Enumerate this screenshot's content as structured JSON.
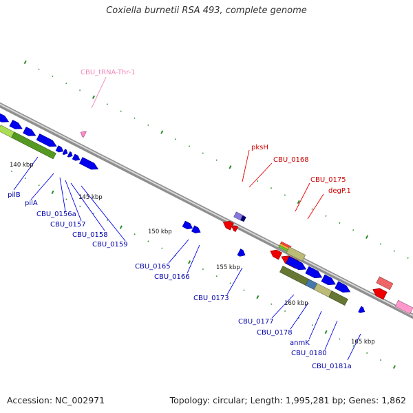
{
  "header": {
    "title": "Coxiella burnetii RSA 493, complete genome"
  },
  "footer": {
    "accession": "Accession: NC_002971",
    "summary": "Topology: circular; Length: 1,995,281 bp; Genes: 1,862"
  },
  "colors": {
    "backbone": "#8f8f8f",
    "backbone_highlight": "#d8d8d8",
    "tick": "#2a8a2a",
    "forward_strand": "#0000ee",
    "reverse_strand": "#ee0000",
    "trna": "#ff88cc",
    "trna_label": "#ee88bb",
    "operon_green": "#559922",
    "operon_light_green": "#aadd55",
    "operon_olive": "#667733",
    "operon_khaki": "#bbbb77",
    "operon_steel": "#4477aa",
    "salmon": "#ee6666",
    "pink": "#ff99cc",
    "lavender": "#8877dd",
    "navy": "#000077"
  },
  "scale": {
    "unit": "kbp",
    "tick_labels": [
      "140 kbp",
      "145 kbp",
      "150 kbp",
      "155 kbp",
      "160 kbp",
      "165 kbp"
    ]
  },
  "labels": {
    "trna": "CBU_tRNA-Thr-1",
    "pilB": "pilB",
    "pilA": "pilA",
    "CBU_0156a": "CBU_0156a",
    "CBU_0157": "CBU_0157",
    "CBU_0158": "CBU_0158",
    "CBU_0159": "CBU_0159",
    "CBU_0165": "CBU_0165",
    "CBU_0166": "CBU_0166",
    "CBU_0173": "CBU_0173",
    "CBU_0177": "CBU_0177",
    "CBU_0178": "CBU_0178",
    "anmK": "anmK",
    "CBU_0180": "CBU_0180",
    "CBU_0181a": "CBU_0181a",
    "pksH": "pksH",
    "CBU_0168": "CBU_0168",
    "CBU_0175": "CBU_0175",
    "degP1": "degP.1"
  }
}
